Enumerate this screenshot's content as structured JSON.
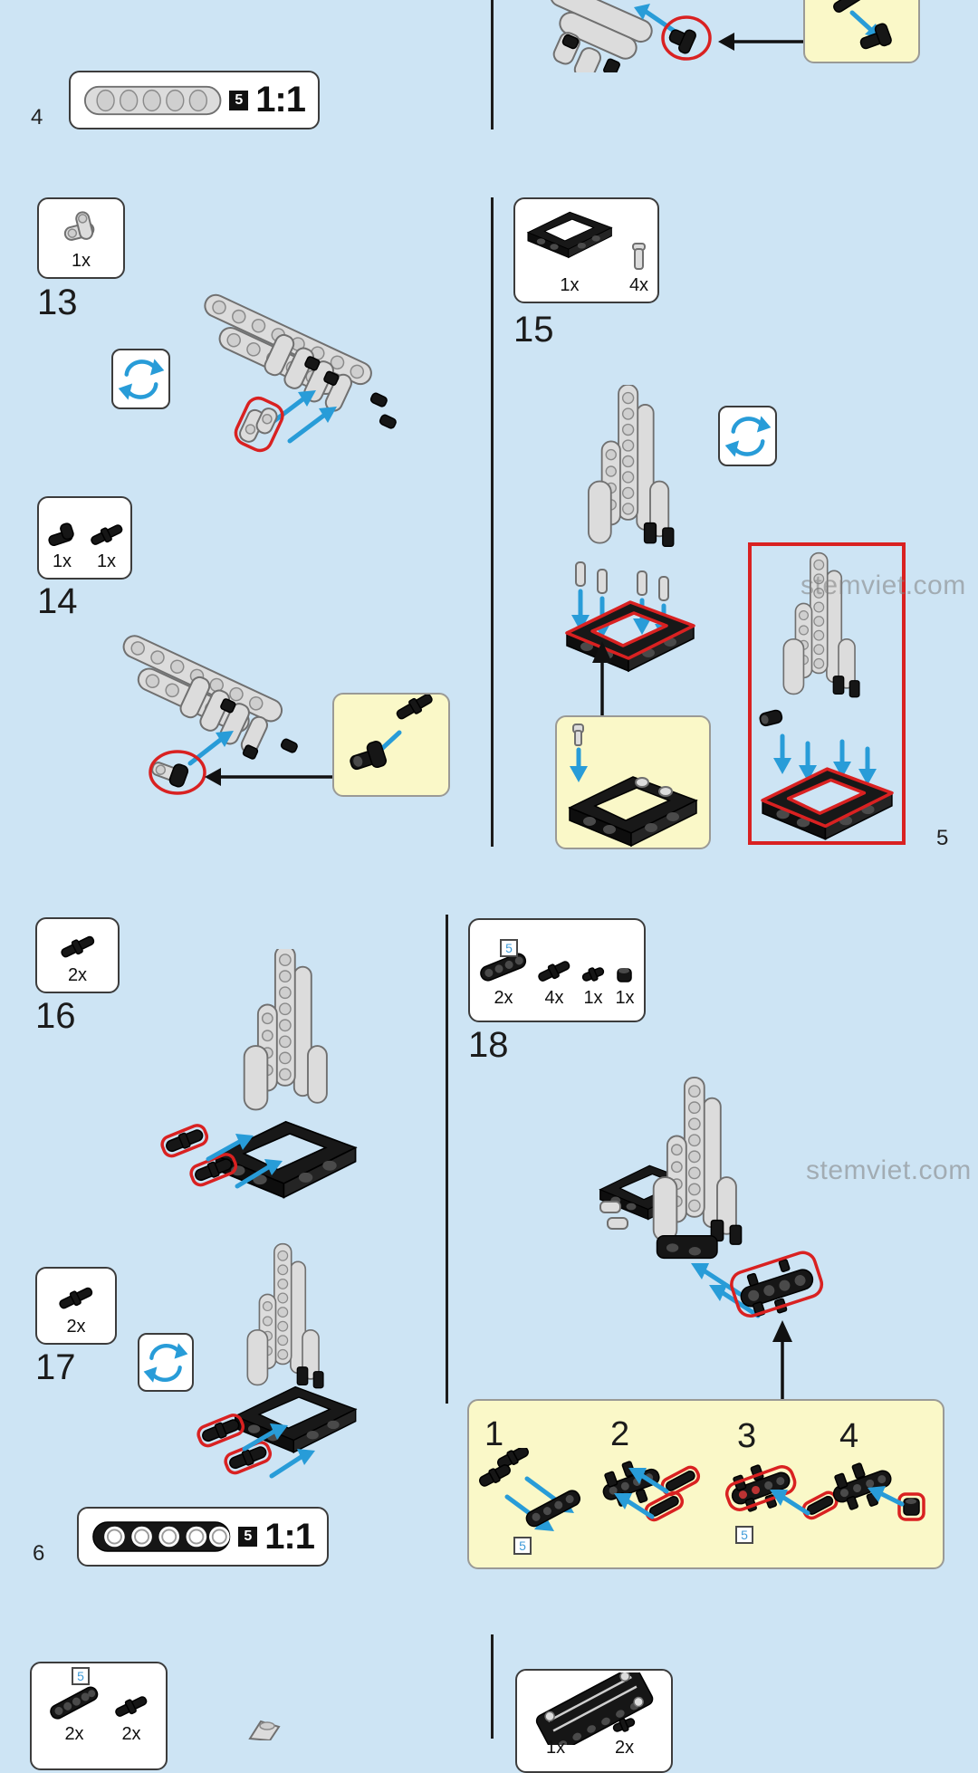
{
  "page": {
    "background": "#cde4f4"
  },
  "colors": {
    "callout_yellow": "#faf8c8",
    "highlight_red": "#d92121",
    "arrow_blue": "#289cd8",
    "panel_border": "#3c3c3c",
    "watermark_gray": "#7f7f7f"
  },
  "watermark": {
    "text": "stemviet.com"
  },
  "page_numbers": {
    "top_left": "4",
    "right_column": "5",
    "bottom_left": "6"
  },
  "rulers": {
    "top": {
      "badge": "5",
      "scale": "1:1",
      "piece": "beam-5-hole-gray"
    },
    "bottom": {
      "badge": "5",
      "scale": "1:1",
      "piece": "beam-5-hole-black"
    }
  },
  "steps": {
    "s13": {
      "number": "13",
      "parts": [
        {
          "qty": "1x",
          "piece": "angle-connector-gray"
        }
      ]
    },
    "s14": {
      "number": "14",
      "parts": [
        {
          "qty": "1x",
          "piece": "pin-connector-black"
        },
        {
          "qty": "1x",
          "piece": "long-pin-black"
        }
      ]
    },
    "s15": {
      "number": "15",
      "parts": [
        {
          "qty": "1x",
          "piece": "frame-5x7-black"
        },
        {
          "qty": "4x",
          "piece": "pin-gray"
        }
      ]
    },
    "s16": {
      "number": "16",
      "parts": [
        {
          "qty": "2x",
          "piece": "long-pin-black"
        }
      ]
    },
    "s17": {
      "number": "17",
      "parts": [
        {
          "qty": "2x",
          "piece": "long-pin-black"
        }
      ]
    },
    "s18": {
      "number": "18",
      "badge": "5",
      "parts": [
        {
          "qty": "2x",
          "piece": "beam-4-black"
        },
        {
          "qty": "4x",
          "piece": "long-pin-black"
        },
        {
          "qty": "1x",
          "piece": "pin-black"
        },
        {
          "qty": "1x",
          "piece": "bushing-black"
        }
      ],
      "substeps": [
        {
          "number": "1",
          "badge": "5"
        },
        {
          "number": "2"
        },
        {
          "number": "3",
          "badge": "5"
        },
        {
          "number": "4"
        }
      ]
    },
    "bottom_left_partial": {
      "badge": "5",
      "parts": [
        {
          "qty": "2x",
          "piece": "beam-5-black"
        },
        {
          "qty": "2x",
          "piece": "long-pin-black"
        }
      ]
    },
    "bottom_right_partial": {
      "parts": [
        {
          "qty": "1x",
          "piece": "panel-5x11-black"
        },
        {
          "qty": "2x",
          "piece": "pin-black"
        }
      ]
    }
  }
}
